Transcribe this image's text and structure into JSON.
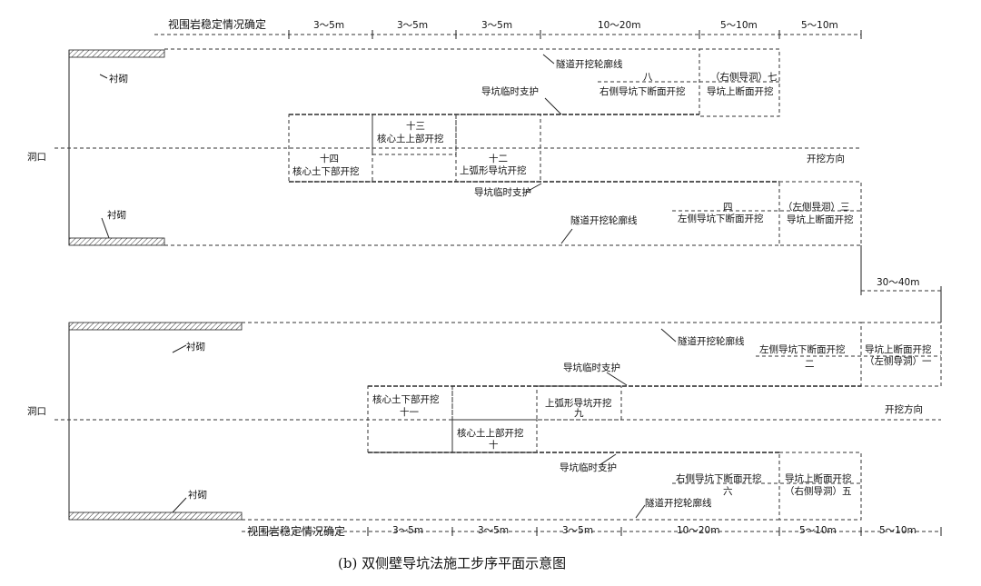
{
  "top": {
    "dimension_labels": [
      "视围岩稳定情况确定",
      "3～5m",
      "3～5m",
      "3～5m",
      "10～20m",
      "5～10m",
      "5～10m"
    ],
    "lining_top": "衬砌",
    "lining_bottom": "衬砌",
    "portal": "洞口",
    "contour_top": "隧道开挖轮廓线",
    "contour_bottom": "隧道开挖轮廓线",
    "support_top": "导坑临时支护",
    "support_bottom": "导坑临时支护",
    "step8_num": "八",
    "step8_text": "右侧导坑下断面开挖",
    "step7_a": "（右侧导洞）七",
    "step7_b": "导坑上断面开挖",
    "step13_num": "十三",
    "step13_text": "核心土上部开挖",
    "step14_num": "十四",
    "step14_text": "核心土下部开挖",
    "step12_num": "十二",
    "step12_text": "上弧形导坑开挖",
    "direction": "开挖方向",
    "step4_num": "四",
    "step4_text": "左侧导坑下断面开挖",
    "step3_a": "（左侧导洞）三",
    "step3_b": "导坑上断面开挖",
    "gap": "30～40m"
  },
  "bottom": {
    "dimension_labels": [
      "视围岩稳定情况确定",
      "3～5m",
      "3～5m",
      "3～5m",
      "10～20m",
      "5～10m",
      "5～10m"
    ],
    "lining_top": "衬砌",
    "lining_bottom": "衬砌",
    "portal": "洞口",
    "contour_top": "隧道开挖轮廓线",
    "contour_bottom": "隧道开挖轮廓线",
    "support_top": "导坑临时支护",
    "support_bottom": "导坑临时支护",
    "step2_text": "左侧导坑下断面开挖",
    "step2_num": "二",
    "step1_a": "导坑上断面开挖",
    "step1_b": "（左侧导洞）一",
    "step11_text": "核心土下部开挖",
    "step11_num": "十一",
    "step10_text": "核心土上部开挖",
    "step10_num": "十",
    "step9_text": "上弧形导坑开挖",
    "step9_num": "九",
    "direction": "开挖方向",
    "step6_text": "右侧导坑下断面开挖",
    "step6_num": "六",
    "step5_a": "导坑上断面开挖",
    "step5_b": "（右侧导洞）五"
  },
  "caption": "(b)  双侧壁导坑法施工步序平面示意图"
}
